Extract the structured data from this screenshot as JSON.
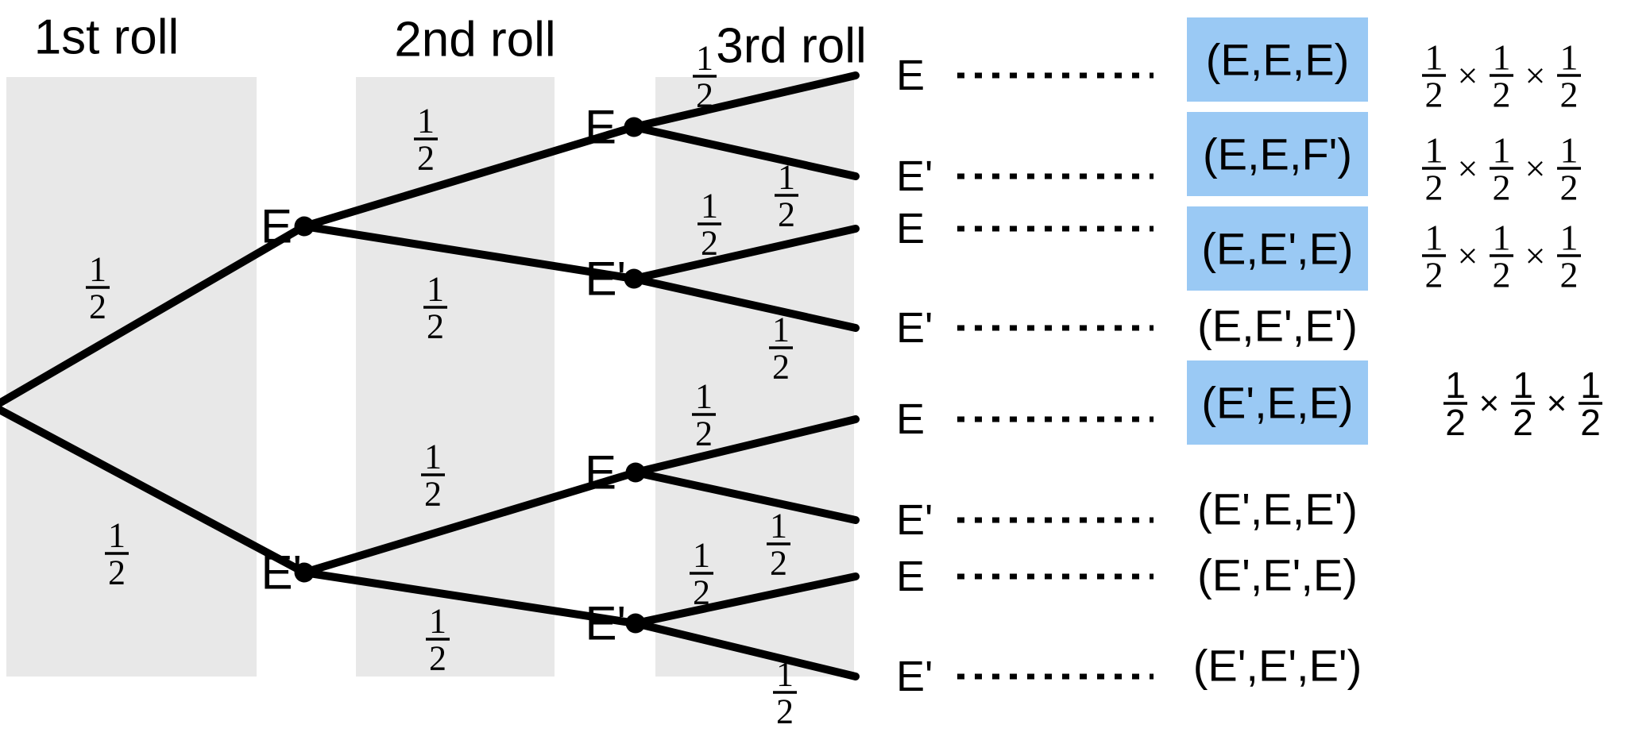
{
  "headers": [
    "1st roll",
    "2nd roll",
    "3rd roll"
  ],
  "colors": {
    "band": "#E8E8E8",
    "highlight": "#9AC9F4",
    "ink": "#000000"
  },
  "fraction": {
    "numerator": "1",
    "denominator": "2"
  },
  "times_symbol": "×",
  "tree": {
    "first_roll": [
      {
        "label": "E"
      },
      {
        "label": "E'"
      }
    ],
    "second_roll": [
      {
        "label": "E"
      },
      {
        "label": "E'"
      },
      {
        "label": "E"
      },
      {
        "label": "E'"
      }
    ],
    "branch_probability": "1/2"
  },
  "outcomes": [
    {
      "first_roll": "E",
      "second_roll": "E",
      "third_roll": "E",
      "tuple": "(E,E,E)",
      "highlighted": true,
      "probability_product": "1/2 × 1/2 × 1/2"
    },
    {
      "first_roll": "E",
      "second_roll": "E",
      "third_roll": "E'",
      "tuple": "(E,E,F')",
      "highlighted": true,
      "probability_product": "1/2 × 1/2 × 1/2"
    },
    {
      "first_roll": "E",
      "second_roll": "E'",
      "third_roll": "E",
      "tuple": "(E,E',E)",
      "highlighted": true,
      "probability_product": "1/2 × 1/2 × 1/2"
    },
    {
      "first_roll": "E",
      "second_roll": "E'",
      "third_roll": "E'",
      "tuple": "(E,E',E')",
      "highlighted": false,
      "probability_product": null
    },
    {
      "first_roll": "E'",
      "second_roll": "E",
      "third_roll": "E",
      "tuple": "(E',E,E)",
      "highlighted": true,
      "probability_product": "1/2 × 1/2 × 1/2"
    },
    {
      "first_roll": "E'",
      "second_roll": "E",
      "third_roll": "E'",
      "tuple": "(E',E,E')",
      "highlighted": false,
      "probability_product": null
    },
    {
      "first_roll": "E'",
      "second_roll": "E'",
      "third_roll": "E",
      "tuple": "(E',E',E)",
      "highlighted": false,
      "probability_product": null
    },
    {
      "first_roll": "E'",
      "second_roll": "E'",
      "third_roll": "E'",
      "tuple": "(E',E',E')",
      "highlighted": false,
      "probability_product": null
    }
  ]
}
